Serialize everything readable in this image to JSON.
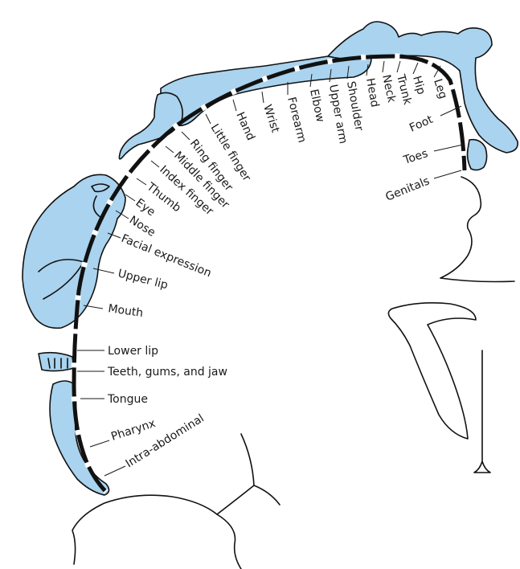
{
  "diagram": {
    "colors": {
      "body_fill": "#a9d3ee",
      "outline": "#111111",
      "label_text": "#1a1a1a"
    },
    "labels": [
      {
        "id": "leg",
        "text": "Leg"
      },
      {
        "id": "hip",
        "text": "Hip"
      },
      {
        "id": "trunk",
        "text": "Trunk"
      },
      {
        "id": "neck",
        "text": "Neck"
      },
      {
        "id": "head",
        "text": "Head"
      },
      {
        "id": "shoulder",
        "text": "Shoulder"
      },
      {
        "id": "upper-arm",
        "text": "Upper arm"
      },
      {
        "id": "elbow",
        "text": "Elbow"
      },
      {
        "id": "forearm",
        "text": "Forearm"
      },
      {
        "id": "wrist",
        "text": "Wrist"
      },
      {
        "id": "hand",
        "text": "Hand"
      },
      {
        "id": "little-finger",
        "text": "Little finger"
      },
      {
        "id": "ring-finger",
        "text": "Ring finger"
      },
      {
        "id": "middle-finger",
        "text": "Middle finger"
      },
      {
        "id": "index-finger",
        "text": "Index finger"
      },
      {
        "id": "thumb",
        "text": "Thumb"
      },
      {
        "id": "eye",
        "text": "Eye"
      },
      {
        "id": "nose",
        "text": "Nose"
      },
      {
        "id": "facial-expression",
        "text": "Facial expression"
      },
      {
        "id": "upper-lip",
        "text": "Upper lip"
      },
      {
        "id": "mouth",
        "text": "Mouth"
      },
      {
        "id": "lower-lip",
        "text": "Lower lip"
      },
      {
        "id": "teeth-gums-jaw",
        "text": "Teeth, gums, and jaw"
      },
      {
        "id": "tongue",
        "text": "Tongue"
      },
      {
        "id": "pharynx",
        "text": "Pharynx"
      },
      {
        "id": "intra-abdominal",
        "text": "Intra-abdominal"
      },
      {
        "id": "foot",
        "text": "Foot"
      },
      {
        "id": "toes",
        "text": "Toes"
      },
      {
        "id": "genitals",
        "text": "Genitals"
      }
    ]
  }
}
